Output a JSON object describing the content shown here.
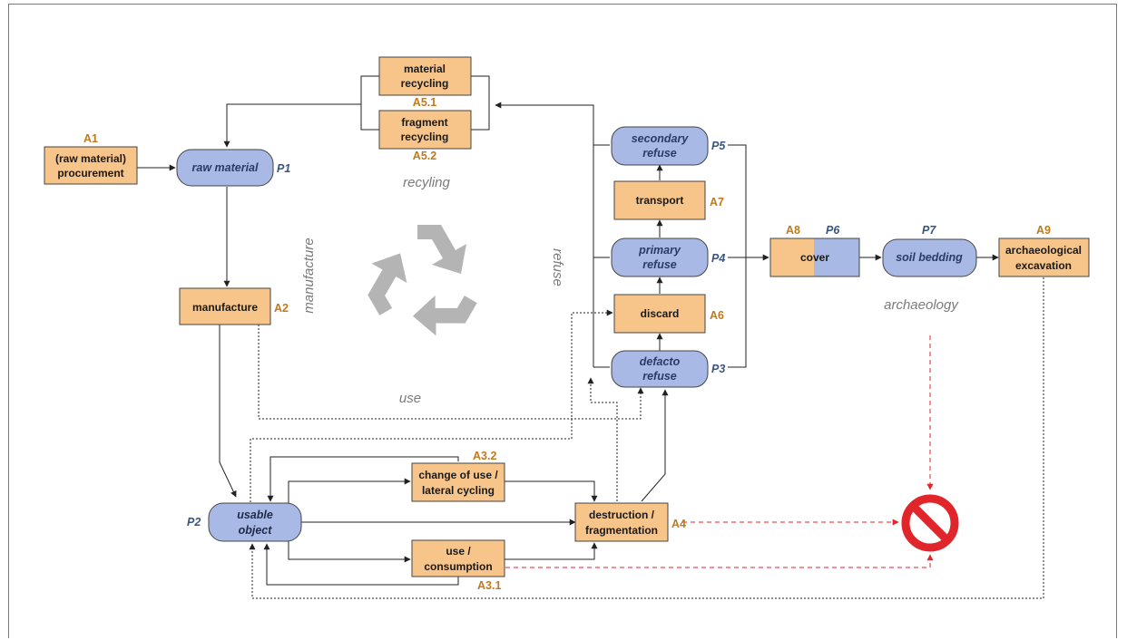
{
  "activities": {
    "a1": {
      "code": "A1",
      "line1": "(raw material)",
      "line2": "procurement"
    },
    "a2": {
      "code": "A2",
      "line1": "manufacture"
    },
    "a31": {
      "code": "A3.1",
      "line1": "use /",
      "line2": "consumption"
    },
    "a32": {
      "code": "A3.2",
      "line1": "change of use /",
      "line2": "lateral cycling"
    },
    "a4": {
      "code": "A4",
      "line1": "destruction /",
      "line2": "fragmentation"
    },
    "a51": {
      "code": "A5.1",
      "line1": "material",
      "line2": "recycling"
    },
    "a52": {
      "code": "A5.2",
      "line1": "fragment",
      "line2": "recycling"
    },
    "a6": {
      "code": "A6",
      "line1": "discard"
    },
    "a7": {
      "code": "A7",
      "line1": "transport"
    },
    "a8": {
      "code": "A8",
      "line1": "cover"
    },
    "a9": {
      "code": "A9",
      "line1": "archaeological",
      "line2": "excavation"
    }
  },
  "products": {
    "p1": {
      "code": "P1",
      "line1": "raw material"
    },
    "p2": {
      "code": "P2",
      "line1": "usable",
      "line2": "object"
    },
    "p3": {
      "code": "P3",
      "line1": "defacto",
      "line2": "refuse"
    },
    "p4": {
      "code": "P4",
      "line1": "primary",
      "line2": "refuse"
    },
    "p5": {
      "code": "P5",
      "line1": "secondary",
      "line2": "refuse"
    },
    "p6": {
      "code": "P6"
    },
    "p7": {
      "code": "P7",
      "line1": "soil bedding"
    }
  },
  "phases": {
    "recycling": "recyling",
    "manufacture": "manufacture",
    "refuse": "refuse",
    "use": "use",
    "archaeology": "archaeology"
  },
  "colors": {
    "activity_fill": "#f7c48a",
    "product_fill": "#a9b9e6",
    "activity_label": "#c07a1c",
    "product_label": "#3a557f",
    "loss_arrow": "#e0262b"
  },
  "icons": [
    "recycle-icon",
    "prohibited-icon"
  ]
}
